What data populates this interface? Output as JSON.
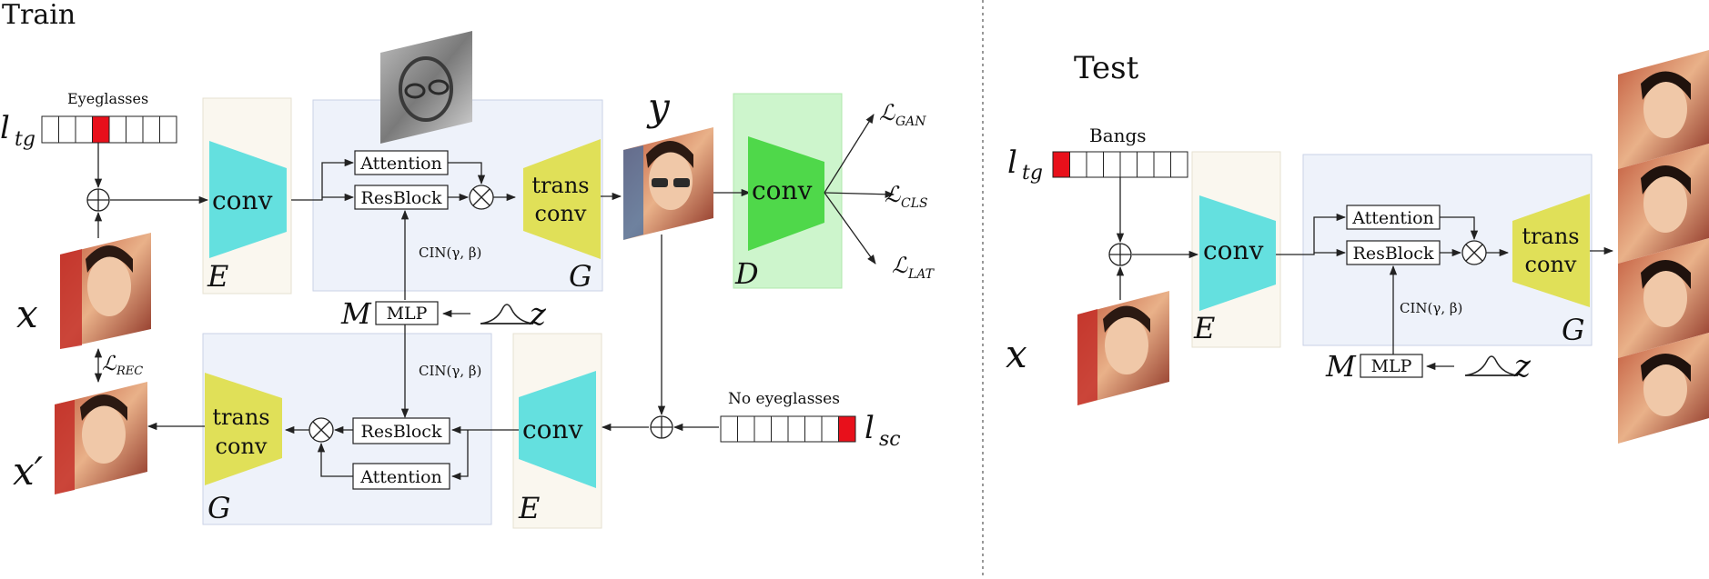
{
  "train": {
    "title": "Train",
    "ltg_symbol": "l",
    "ltg_sub": "tg",
    "ltg_caption": "Eyeglasses",
    "x_label": "x",
    "xprime_label": "x′",
    "y_label": "y",
    "lsc_symbol": "l",
    "lsc_sub": "sc",
    "lsc_caption": "No  eyeglasses",
    "conv": "conv",
    "trans1": "trans",
    "trans2": "conv",
    "attention": "Attention",
    "resblock": "ResBlock",
    "mlp": "MLP",
    "cin": "CIN(γ, β)",
    "E": "E",
    "G": "G",
    "D": "D",
    "M": "M",
    "z": "z",
    "loss_L": "ℒ",
    "loss_gan": "GAN",
    "loss_cls": "CLS",
    "loss_lat": "LAT",
    "loss_rec": "REC"
  },
  "test": {
    "title": "Test",
    "ltg_symbol": "l",
    "ltg_sub": "tg",
    "ltg_caption": "Bangs",
    "x_label": "x",
    "conv": "conv",
    "trans1": "trans",
    "trans2": "conv",
    "attention": "Attention",
    "resblock": "ResBlock",
    "mlp": "MLP",
    "cin": "CIN(γ, β)",
    "E": "E",
    "G": "G",
    "M": "M",
    "z": "z"
  },
  "colors": {
    "encoder_bg": "#faf7ef",
    "generator_bg": "#eef2fa",
    "discriminator_bg": "#cdf5cc",
    "conv_cyan": "#64e0df",
    "trans_yellow": "#e0e058",
    "disc_green": "#4fd84a",
    "active_bit": "#e8101b"
  }
}
